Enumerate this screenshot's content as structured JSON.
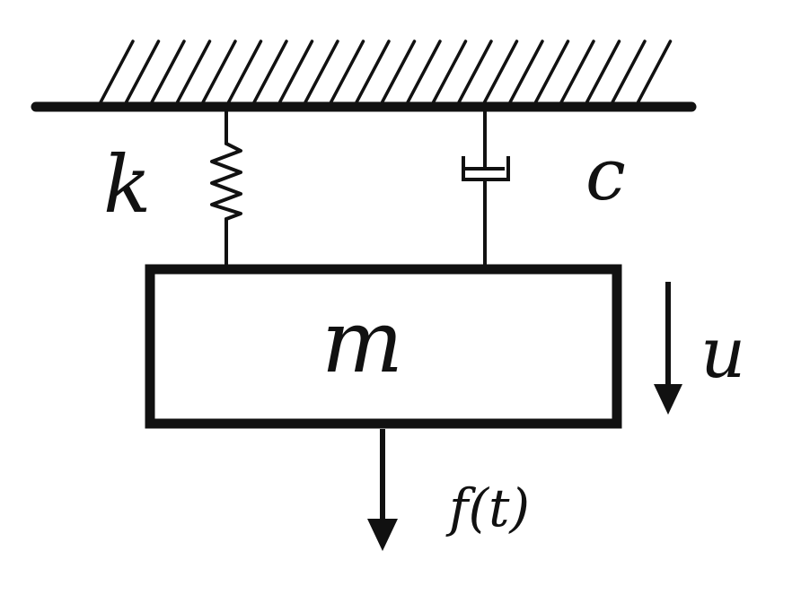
{
  "labels": {
    "stiffness": "k",
    "damping": "c",
    "mass": "m",
    "displacement": "u",
    "force": "f(t)"
  },
  "colors": {
    "ink": "#111111",
    "background": "#ffffff"
  }
}
